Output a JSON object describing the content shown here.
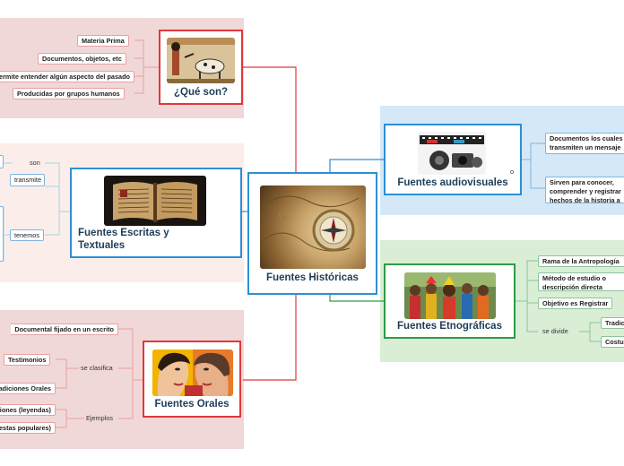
{
  "colors": {
    "red": "#e0383b",
    "blue": "#2d8fd5",
    "green": "#2e9c46",
    "center_border": "#2d8fd5"
  },
  "center": {
    "title": "Fuentes Históricas",
    "image_icon": "old-map-compass-image"
  },
  "que_son": {
    "title": "¿Qué son?",
    "image_icon": "egyptian-painting-image",
    "items": [
      "Materia Prima",
      "Documentos, objetos, etc",
      "Permite entender algún aspecto del pasado",
      "Producidas por grupos humanos"
    ]
  },
  "escritas": {
    "title": "Fuentes Escritas y Textuales",
    "image_icon": "old-book-image",
    "link_labels": [
      "son",
      "tenemos"
    ],
    "sub_node": "transmite"
  },
  "orales": {
    "title": "Fuentes Orales",
    "image_icon": "faces-artwork-image",
    "top_item": "Documental fijado en un escrito",
    "clasifica_label": "se clasifica",
    "ejemplos_label": "Ejemplos",
    "clasifica_items": [
      "Testimonios",
      "Tradiciones Orales"
    ],
    "ejemplos_items": [
      "Tradiciones (leyendas)",
      "Fiestas populares)"
    ]
  },
  "audiovisuales": {
    "title": "Fuentes audiovisuales",
    "image_icon": "film-equipment-image",
    "link_label": "o",
    "items": [
      "Documentos los cuales transmiten un mensaje por medio de imágenes",
      "Sirven para conocer, comprender y registrar hechos de la historia a través de"
    ]
  },
  "etnograficas": {
    "title": "Fuentes Etnográficas",
    "image_icon": "tribal-people-image",
    "items": [
      "Rama de la Antropología",
      "Método de estudio o descripción directa",
      "Objetivo es Registrar"
    ],
    "divide_label": "se divide",
    "divide_items": [
      "Tradiciones",
      "Costumbres"
    ]
  }
}
